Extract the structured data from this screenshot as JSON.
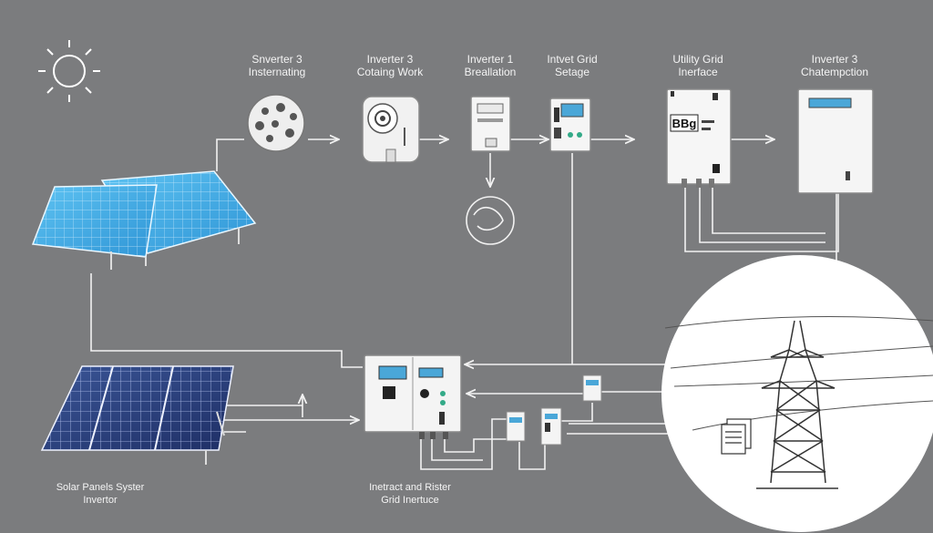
{
  "labels": {
    "step1": {
      "line1": "Snverter 3",
      "line2": "Insternating"
    },
    "step2": {
      "line1": "Inverter 3",
      "line2": "Cotaing Work"
    },
    "step3": {
      "line1": "Inverter 1",
      "line2": "Breallation"
    },
    "step4": {
      "line1": "Intvet Grid",
      "line2": "Setage"
    },
    "step5": {
      "line1": "Utility Grid",
      "line2": "Inerface"
    },
    "step6": {
      "line1": "Inverter 3",
      "line2": "Chatempction"
    },
    "solar": {
      "line1": "Solar Panels Syster",
      "line2": "Invertor"
    },
    "interface": {
      "line1": "Inetract and Rister",
      "line2": "Grid Inertuce"
    }
  },
  "displays": {
    "utility_meter": "BBg"
  },
  "colors": {
    "background": "#7b7c7e",
    "line": "#f2f2f2",
    "panel_light": "#3ea7e6",
    "panel_dark": "#2a3d78",
    "screen": "#4aa7d8"
  }
}
